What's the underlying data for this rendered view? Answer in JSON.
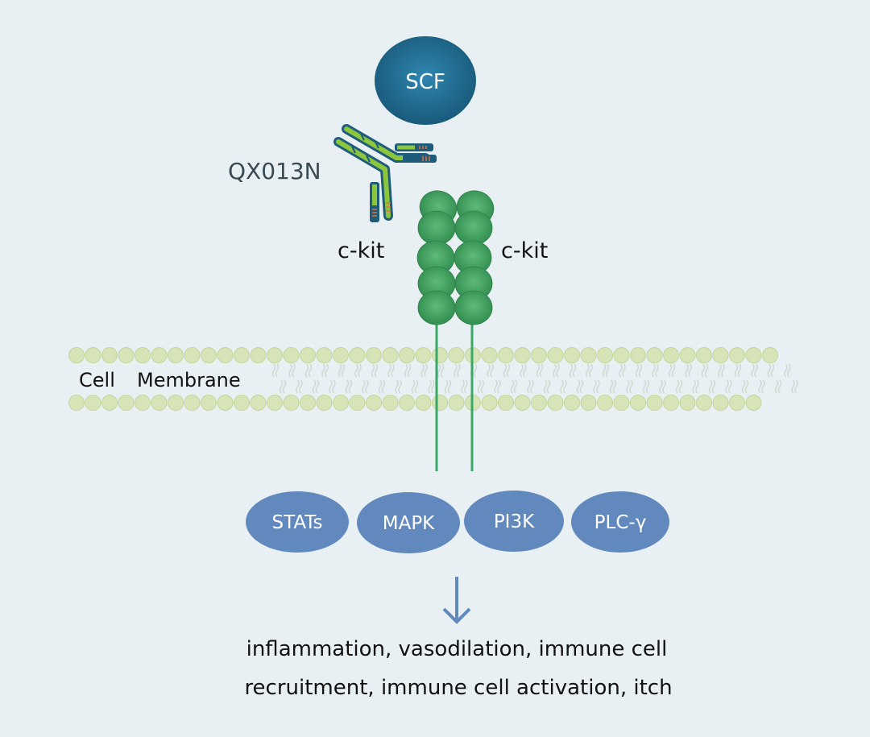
{
  "diagram": {
    "title": "SCF / c-kit signaling pathway blocked by QX013N",
    "background_color": "#e8f0f3",
    "ligand": {
      "label": "SCF",
      "color": "#1c5f85",
      "text_color": "#ffffff"
    },
    "antibody": {
      "label": "QX013N",
      "label_color": "#3a4a55",
      "body_color": "#8cc63f",
      "outline_color": "#1f5c7a",
      "cdr_color": "#e0703a"
    },
    "receptor": {
      "left_label": "c-kit",
      "right_label": "c-kit",
      "domain_color": "#3f9e5c",
      "domains_per_chain": 5,
      "tail_color": "#3aa866"
    },
    "membrane": {
      "label_part1": "Cell",
      "label_part2": "Membrane",
      "head_color": "#d6e4b8",
      "head_stroke": "#c2d69b",
      "tail_color": "#cfd9d2"
    },
    "signaling_nodes": [
      {
        "label": "STATs"
      },
      {
        "label": "MAPK"
      },
      {
        "label": "PI3K"
      },
      {
        "label": "PLC-γ"
      }
    ],
    "node_color": "#6189bd",
    "node_text_color": "#ffffff",
    "arrow": {
      "icon": "arrow-down-icon",
      "color": "#6189bd"
    },
    "outcome": {
      "line1": "inflammation, vasodilation, immune cell",
      "line2": "recruitment, immune cell activation, itch"
    }
  }
}
